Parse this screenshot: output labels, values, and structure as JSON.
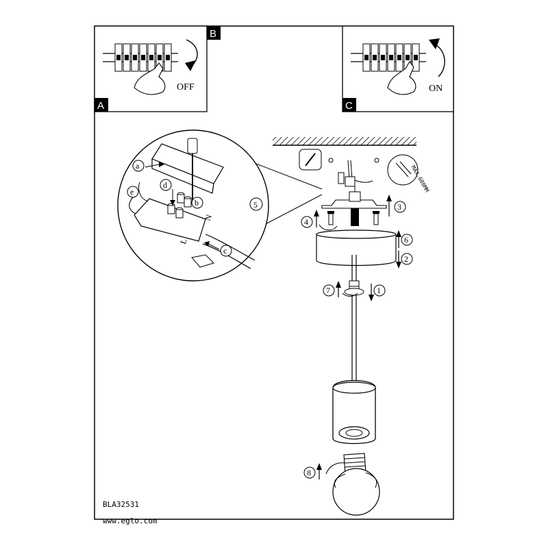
{
  "steps": {
    "a": "A",
    "b": "B",
    "c": "C",
    "off_label": "OFF",
    "on_label": "ON"
  },
  "callouts": {
    "n1": "1",
    "n2": "2",
    "n3": "3",
    "n4": "4",
    "n5": "5",
    "n6": "6",
    "n7": "7",
    "n8": "8",
    "ca": "a",
    "cb": "b",
    "cc": "c",
    "cd": "d",
    "ce": "e"
  },
  "terminal_marks": {
    "n": "N",
    "l": "L"
  },
  "cable_note": "MAX.600MM",
  "footer": {
    "code": "BLA32531",
    "url": "www.eglo.com"
  }
}
